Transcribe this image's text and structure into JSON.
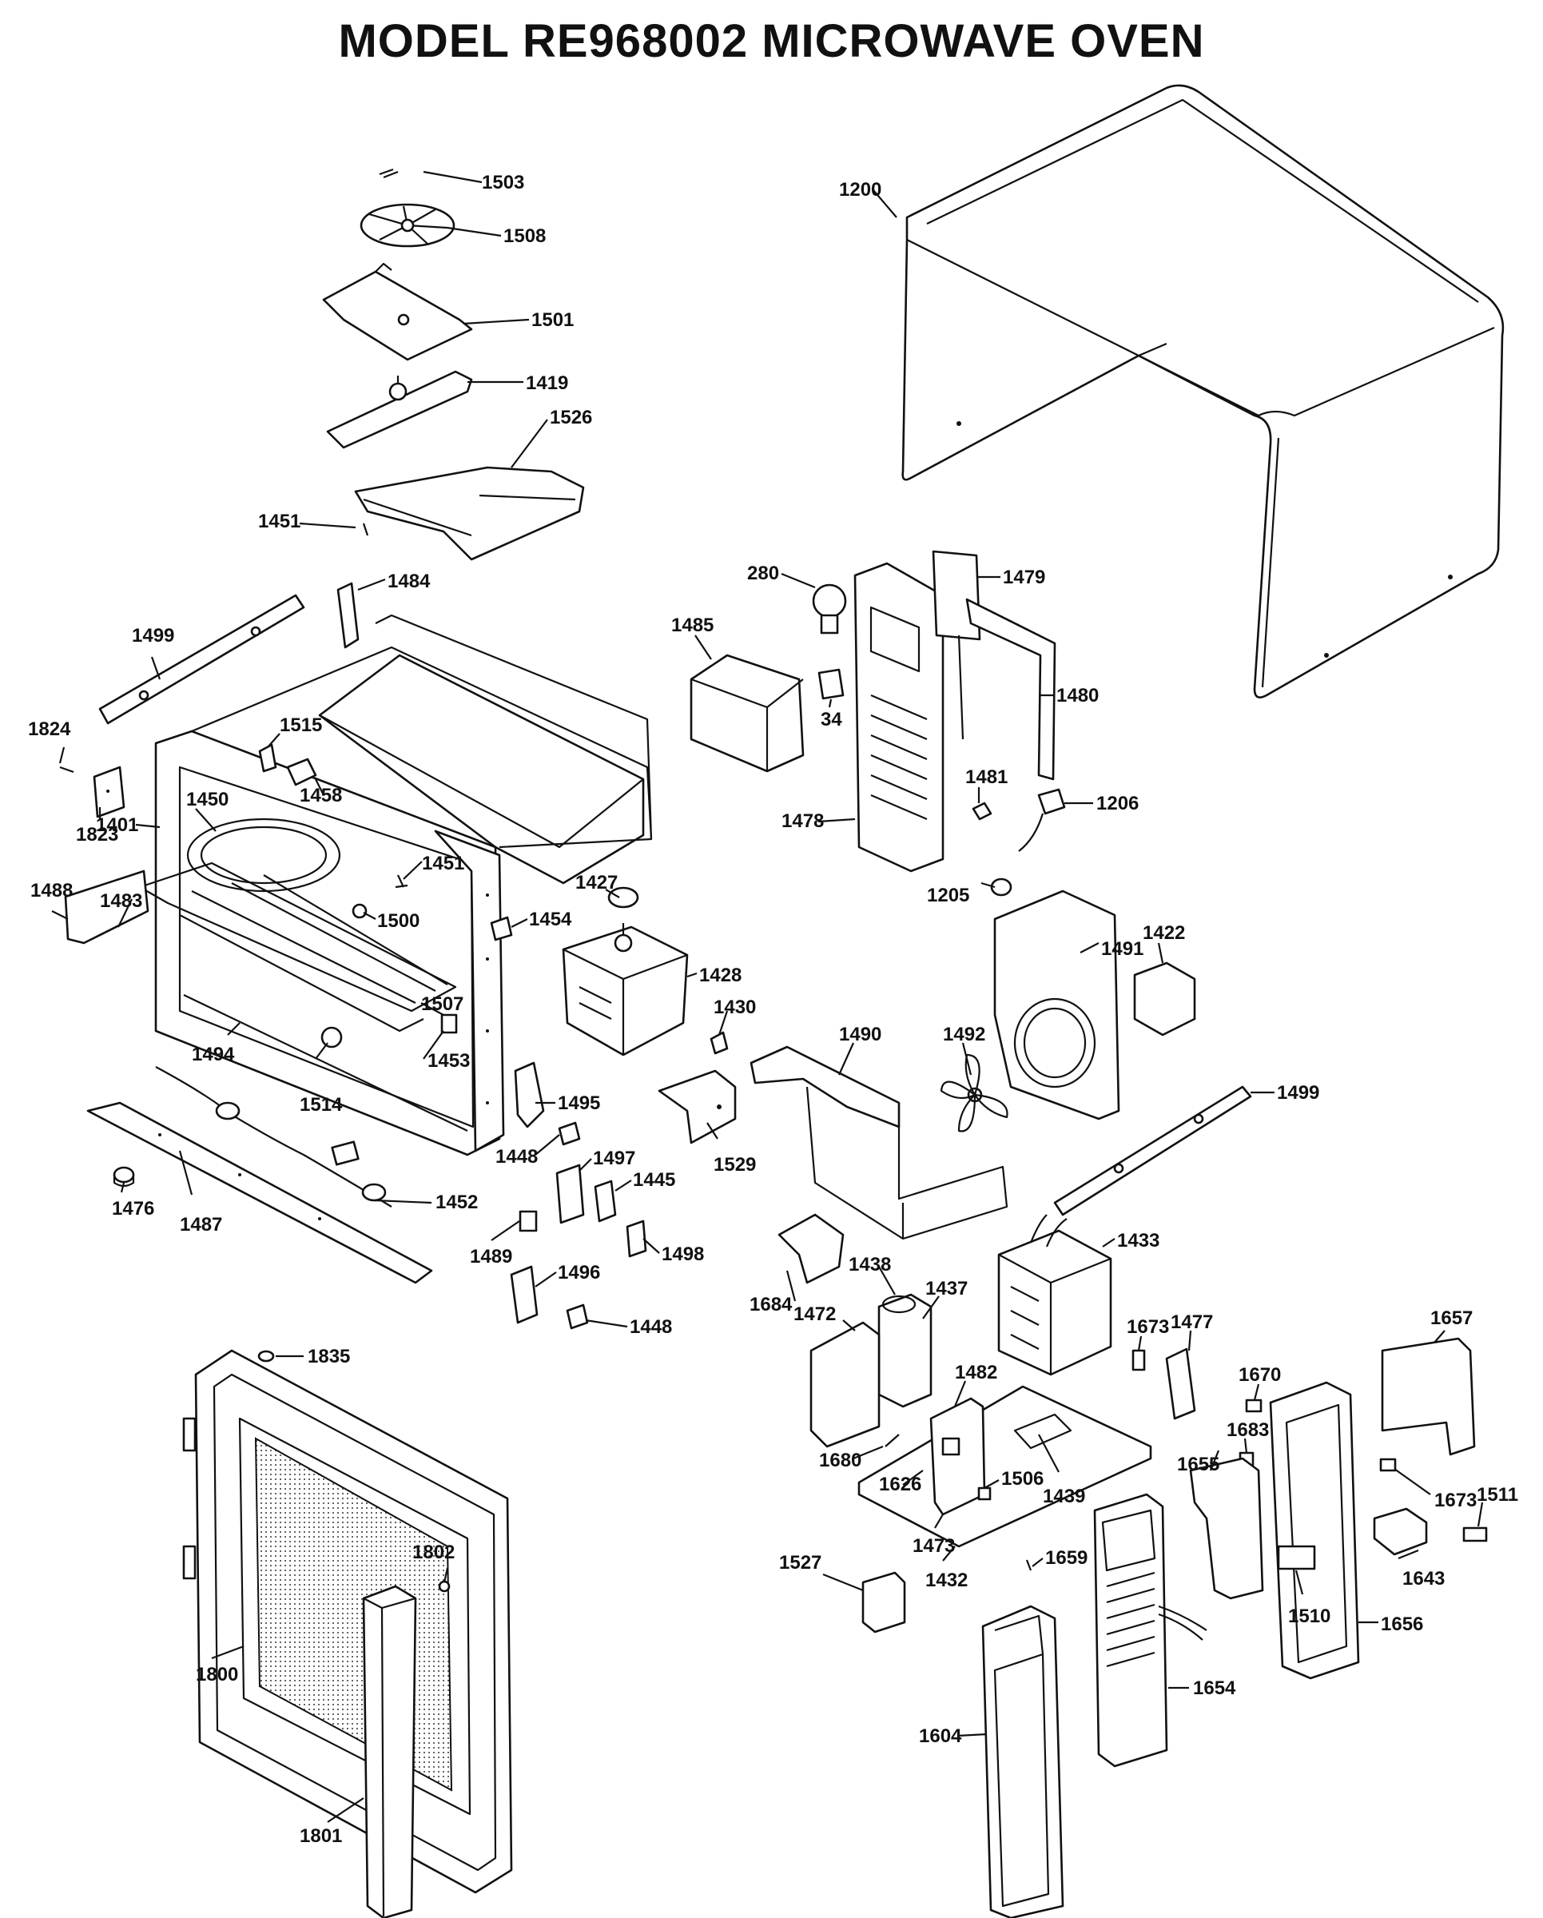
{
  "title": "MODEL RE968002   MICROWAVE OVEN",
  "footer_note": "",
  "parts": [
    {
      "id": "1503"
    },
    {
      "id": "1508"
    },
    {
      "id": "1501"
    },
    {
      "id": "1419"
    },
    {
      "id": "1526"
    },
    {
      "id": "1451"
    },
    {
      "id": "1484"
    },
    {
      "id": "1499"
    },
    {
      "id": "1824"
    },
    {
      "id": "1515"
    },
    {
      "id": "1823"
    },
    {
      "id": "1450"
    },
    {
      "id": "1458"
    },
    {
      "id": "1401"
    },
    {
      "id": "1488"
    },
    {
      "id": "1483"
    },
    {
      "id": "1451"
    },
    {
      "id": "1500"
    },
    {
      "id": "1427"
    },
    {
      "id": "1454"
    },
    {
      "id": "1507"
    },
    {
      "id": "1428"
    },
    {
      "id": "1494"
    },
    {
      "id": "1453"
    },
    {
      "id": "1430"
    },
    {
      "id": "1514"
    },
    {
      "id": "1495"
    },
    {
      "id": "1448"
    },
    {
      "id": "1529"
    },
    {
      "id": "1476"
    },
    {
      "id": "1487"
    },
    {
      "id": "1452"
    },
    {
      "id": "1497"
    },
    {
      "id": "1445"
    },
    {
      "id": "1489"
    },
    {
      "id": "1498"
    },
    {
      "id": "1496"
    },
    {
      "id": "1448"
    },
    {
      "id": "1200"
    },
    {
      "id": "280"
    },
    {
      "id": "1479"
    },
    {
      "id": "1485"
    },
    {
      "id": "1480"
    },
    {
      "id": "34"
    },
    {
      "id": "1481"
    },
    {
      "id": "1206"
    },
    {
      "id": "1478"
    },
    {
      "id": "1205"
    },
    {
      "id": "1491"
    },
    {
      "id": "1422"
    },
    {
      "id": "1490"
    },
    {
      "id": "1492"
    },
    {
      "id": "1499"
    },
    {
      "id": "1433"
    },
    {
      "id": "1684"
    },
    {
      "id": "1438"
    },
    {
      "id": "1437"
    },
    {
      "id": "1472"
    },
    {
      "id": "1673"
    },
    {
      "id": "1477"
    },
    {
      "id": "1657"
    },
    {
      "id": "1670"
    },
    {
      "id": "1482"
    },
    {
      "id": "1683"
    },
    {
      "id": "1680"
    },
    {
      "id": "1626"
    },
    {
      "id": "1506"
    },
    {
      "id": "1439"
    },
    {
      "id": "1655"
    },
    {
      "id": "1673"
    },
    {
      "id": "1511"
    },
    {
      "id": "1659"
    },
    {
      "id": "1473"
    },
    {
      "id": "1527"
    },
    {
      "id": "1432"
    },
    {
      "id": "1643"
    },
    {
      "id": "1510"
    },
    {
      "id": "1656"
    },
    {
      "id": "1654"
    },
    {
      "id": "1604"
    },
    {
      "id": "1835"
    },
    {
      "id": "1802"
    },
    {
      "id": "1800"
    },
    {
      "id": "1801"
    }
  ]
}
